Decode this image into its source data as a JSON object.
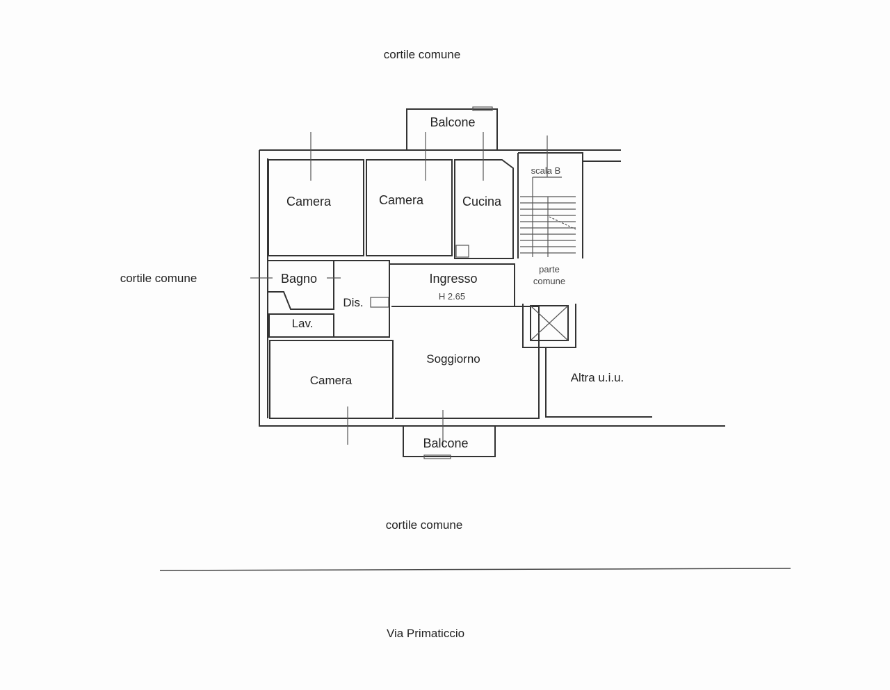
{
  "labels": {
    "courtyard_top": "cortile comune",
    "courtyard_left": "cortile comune",
    "courtyard_bottom": "cortile comune",
    "street": "Via Primaticcio",
    "balcony_top": "Balcone",
    "balcony_bottom": "Balcone",
    "room_camera_1": "Camera",
    "room_camera_2": "Camera",
    "room_cucina": "Cucina",
    "room_bagno": "Bagno",
    "room_dis": "Dis.",
    "room_ingresso": "Ingresso",
    "height": "H 2.65",
    "room_lav": "Lav.",
    "room_camera_3": "Camera",
    "room_soggiorno": "Soggiorno",
    "stair": "scala B",
    "common_part_1": "parte",
    "common_part_2": "comune",
    "other_unit": "Altra u.i.u."
  }
}
